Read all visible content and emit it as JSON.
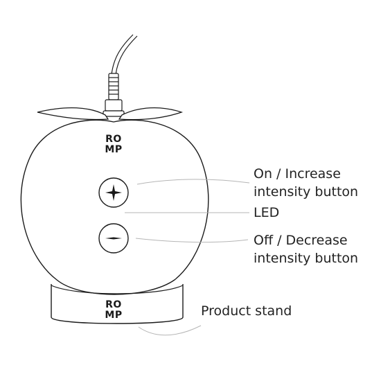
{
  "device": {
    "brand_line1": "RO",
    "brand_line2": "MP",
    "stand_brand_line1": "RO",
    "stand_brand_line2": "MP",
    "plus_symbol": "+",
    "minus_symbol": "−"
  },
  "callouts": {
    "on_increase_line1": "On / Increase",
    "on_increase_line2": "intensity button",
    "led": "LED",
    "off_decrease_line1": "Off / Decrease",
    "off_decrease_line2": "intensity button",
    "product_stand": "Product stand"
  },
  "colors": {
    "outline": "#1a1a1a",
    "leader_line": "#b5b5b5",
    "text": "#222222"
  }
}
